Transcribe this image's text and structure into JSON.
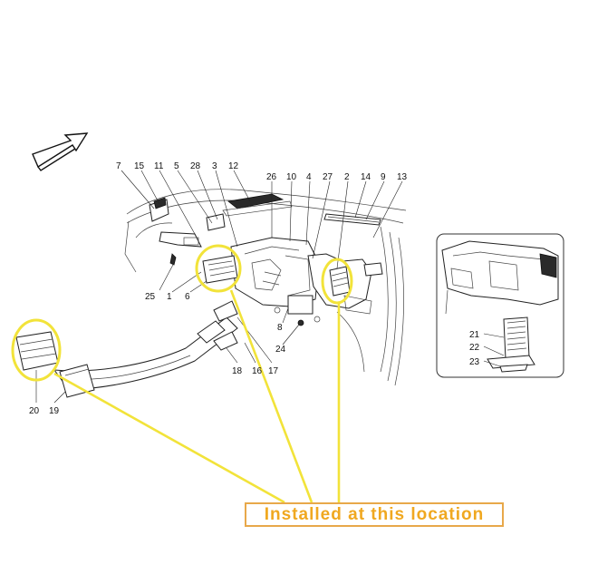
{
  "callout": {
    "text": "Installed at this location"
  },
  "labels": {
    "l7": "7",
    "l15": "15",
    "l11": "11",
    "l5": "5",
    "l28": "28",
    "l3": "3",
    "l12": "12",
    "l26": "26",
    "l10": "10",
    "l4": "4",
    "l27": "27",
    "l2": "2",
    "l14": "14",
    "l9": "9",
    "l13": "13",
    "l25": "25",
    "l1": "1",
    "l6": "6",
    "l8": "8",
    "l24": "24",
    "l18": "18",
    "l16": "16",
    "l17": "17",
    "l20": "20",
    "l19": "19",
    "l21": "21",
    "l22": "22",
    "l23": "23"
  },
  "colors": {
    "highlight": "#f2e33a",
    "callout_text": "#f0a820",
    "callout_border": "#e8a84a"
  }
}
